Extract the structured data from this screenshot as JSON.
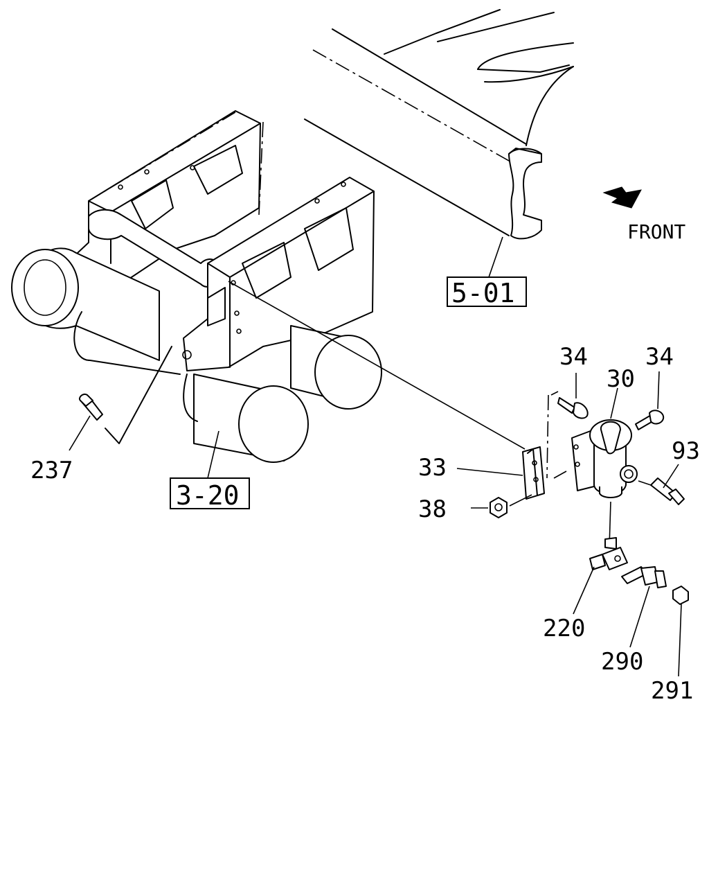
{
  "orientation": {
    "label": "FRONT",
    "arrow_icon": "front-arrow-icon"
  },
  "references": [
    {
      "id": "ref-5-01",
      "text": "5-01"
    },
    {
      "id": "ref-3-20",
      "text": "3-20"
    }
  ],
  "callouts": [
    {
      "id": "callout-34-left",
      "text": "34"
    },
    {
      "id": "callout-34-right",
      "text": "34"
    },
    {
      "id": "callout-30",
      "text": "30"
    },
    {
      "id": "callout-93",
      "text": "93"
    },
    {
      "id": "callout-33",
      "text": "33"
    },
    {
      "id": "callout-38",
      "text": "38"
    },
    {
      "id": "callout-237",
      "text": "237"
    },
    {
      "id": "callout-220",
      "text": "220"
    },
    {
      "id": "callout-290",
      "text": "290"
    },
    {
      "id": "callout-291",
      "text": "291"
    }
  ]
}
